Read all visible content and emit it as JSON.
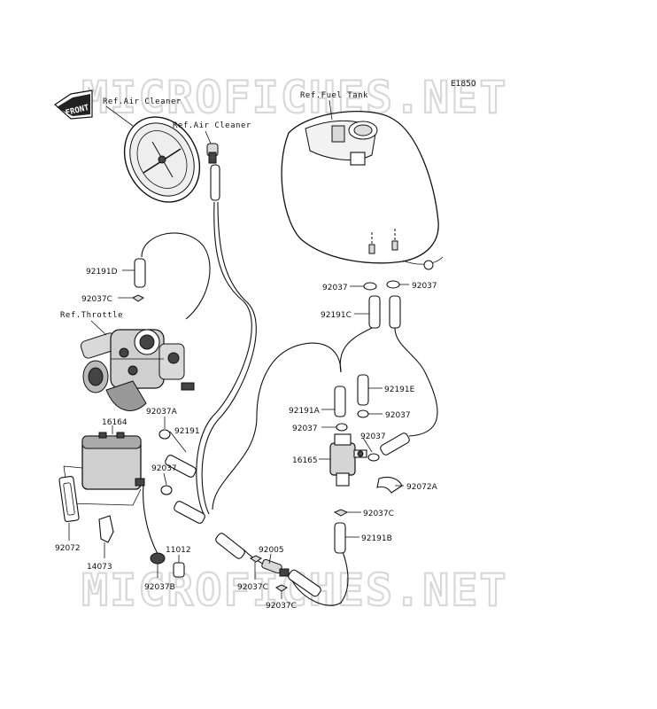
{
  "diagram_code": "E1850",
  "watermark": "MICROFICHES.NET",
  "front_arrow": "FRONT",
  "refs": {
    "air_cleaner_1": "Ref.Air Cleaner",
    "air_cleaner_2": "Ref.Air Cleaner",
    "fuel_tank": "Ref.Fuel Tank",
    "throttle": "Ref.Throttle"
  },
  "parts": {
    "p92191D": "92191D",
    "p92037C_top": "92037C",
    "p92037_l": "92037",
    "p92037_r": "92037",
    "p92191C": "92191C",
    "p92191E": "92191E",
    "p92191A": "92191A",
    "p92037_a": "92037",
    "p92037_b": "92037",
    "p92037_c": "92037",
    "p16165": "16165",
    "p92072A": "92072A",
    "p92037C_mid": "92037C",
    "p92191B": "92191B",
    "p92037A": "92037A",
    "p16164": "16164",
    "p92191": "92191",
    "p92037_d": "92037",
    "p92072": "92072",
    "p14073": "14073",
    "p11012": "11012",
    "p92037B": "92037B",
    "p92005": "92005",
    "p92037C_b1": "92037C",
    "p92037C_b2": "92037C"
  }
}
